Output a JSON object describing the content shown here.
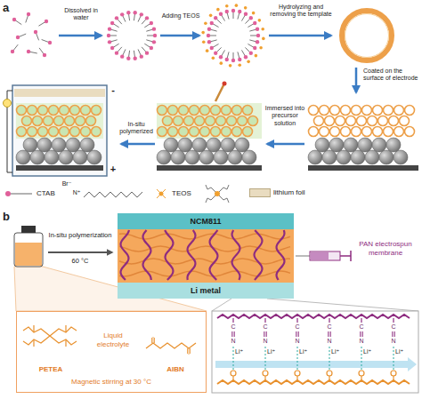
{
  "diagram": {
    "nodes": [
      {
        "text": [
          "NCM811"
        ]
      },
      {
        "text": [
          "Li metal"
        ]
      },
      {
        "text": [
          "PETEA",
          "Liquid electrolyte",
          "AIBN",
          "Magnetic stirring at 30 °C"
        ]
      }
    ],
    "labels": [
      "a",
      "Dissolved in water",
      "Adding TEOS",
      "Hydrolyzing and removing the template",
      "Coated on the surface of electrode",
      "Immersed into precursor solution",
      "In-situ polymerized",
      "-",
      "+",
      "N⁺",
      "Br⁻",
      "b",
      "In-situ polymerization",
      "60 °C",
      "PAN electrospun membrane",
      "C",
      "N",
      "Li⁺",
      "C",
      "N",
      "Li⁺",
      "C",
      "N",
      "Li⁺",
      "C",
      "N",
      "Li⁺",
      "C",
      "N",
      "Li⁺",
      "C",
      "N",
      "Li⁺"
    ],
    "legend": [
      {
        "text": "CTAB"
      },
      {
        "text": "TEOS"
      },
      {
        "text": "lithium foil",
        "color": "#e9dcc0"
      }
    ]
  }
}
